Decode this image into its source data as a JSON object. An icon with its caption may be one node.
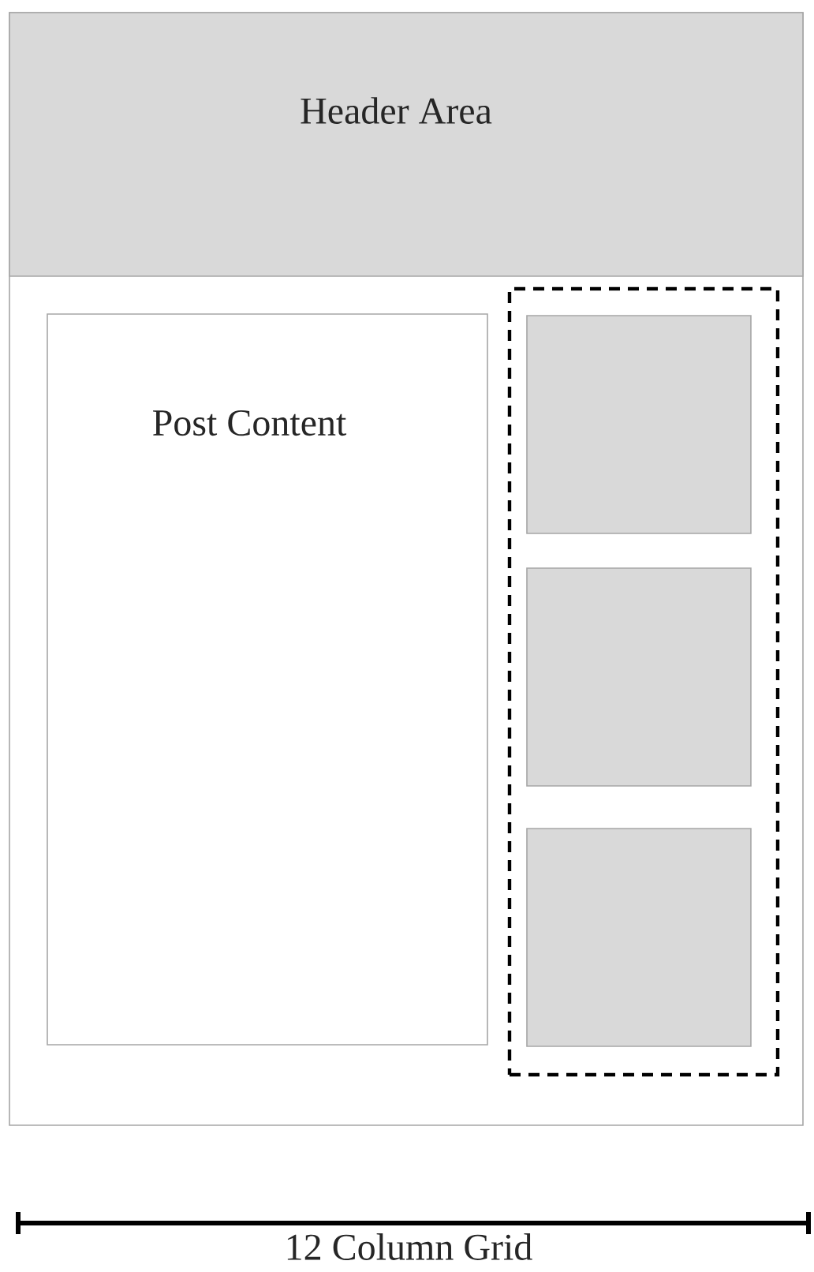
{
  "diagram": {
    "nodes": [
      {
        "text": [],
        "shape": "box"
      },
      {
        "text": [
          "Header Area"
        ],
        "in": 0
      },
      {
        "text": [
          "Post Content"
        ],
        "in": 0
      },
      {
        "text": [],
        "shape": "box",
        "in": 0
      },
      {
        "text": [],
        "shape": "box",
        "in": 3
      },
      {
        "text": [],
        "shape": "box",
        "in": 3
      },
      {
        "text": [],
        "shape": "box",
        "in": 3
      }
    ],
    "labels": [
      "12 Column Grid"
    ]
  }
}
